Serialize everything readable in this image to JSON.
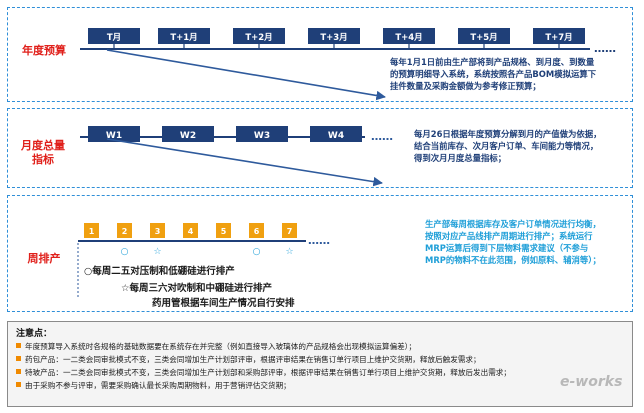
{
  "row1": {
    "label": "年度预算",
    "periods": [
      "T月",
      "T+1月",
      "T+2月",
      "T+3月",
      "T+4月",
      "T+5月",
      "T+7月"
    ],
    "ellipsis": "……",
    "description": [
      "每年1月1日前由生产部将到产品规格、到月度、到数量",
      "的预算明细导入系统，系统按照各产品BOM模拟运算下",
      "挂件数量及采购金额做为参考修正预算；"
    ]
  },
  "row2": {
    "label": [
      "月度总量",
      "指标"
    ],
    "weeks": [
      "W1",
      "W2",
      "W3",
      "W4"
    ],
    "ellipsis": "……",
    "description": [
      "每月26日根据年度预算分解到月的产值做为依据，",
      "结合当前库存、次月客户订单、车间能力等情况，",
      "得到次月月度总量指标；"
    ]
  },
  "row3": {
    "label": "周排产",
    "days": [
      "1",
      "2",
      "3",
      "4",
      "5",
      "6",
      "7"
    ],
    "markers": [
      "",
      "○",
      "☆",
      "",
      "",
      "○",
      "☆"
    ],
    "ellipsis": "……",
    "notes": [
      "○每周二五对压制和低硼硅进行排产",
      "☆每周三六对吹制和中硼硅进行排产",
      "药用管根据车间生产情况自行安排"
    ],
    "description": [
      "生产部每周根据库存及客户订单情况进行均衡，",
      "按照对应产品线排产周期进行排产；系统运行",
      "MRP运算后得到下层物料需求建议（不参与",
      "MRP的物料不在此范围，例如原料、辅消等）；"
    ]
  },
  "notes": {
    "title": "注意点：",
    "items": [
      "年度预算导入系统时各规格的基础数据要在系统存在并完整（例如直接导入玻璃体的产品规格会出现模拟运算偏差）；",
      "药包产品：一二类会同审批模式不变，三类会同增加生产计划部评审，根据评审结果在销售订单行项目上维护交货期，释放后触发需求；",
      "特玻产品：一二类会同审批模式不变，三类会同增加生产计划部和采购部评审，根据评审结果在销售订单行项目上维护交货期，释放后发出需求；",
      "由于采购不参与评审，需要采购确认最长采购周期物料，用于营销评估交货期；"
    ]
  },
  "watermark": "e-works",
  "colors": {
    "navy": "#1f3f78",
    "arrow": "#2e5a9c",
    "red": "#e0201b",
    "orange": "#f0a010",
    "teal": "#1f9fd8",
    "dashed": "#2f8fd8"
  }
}
